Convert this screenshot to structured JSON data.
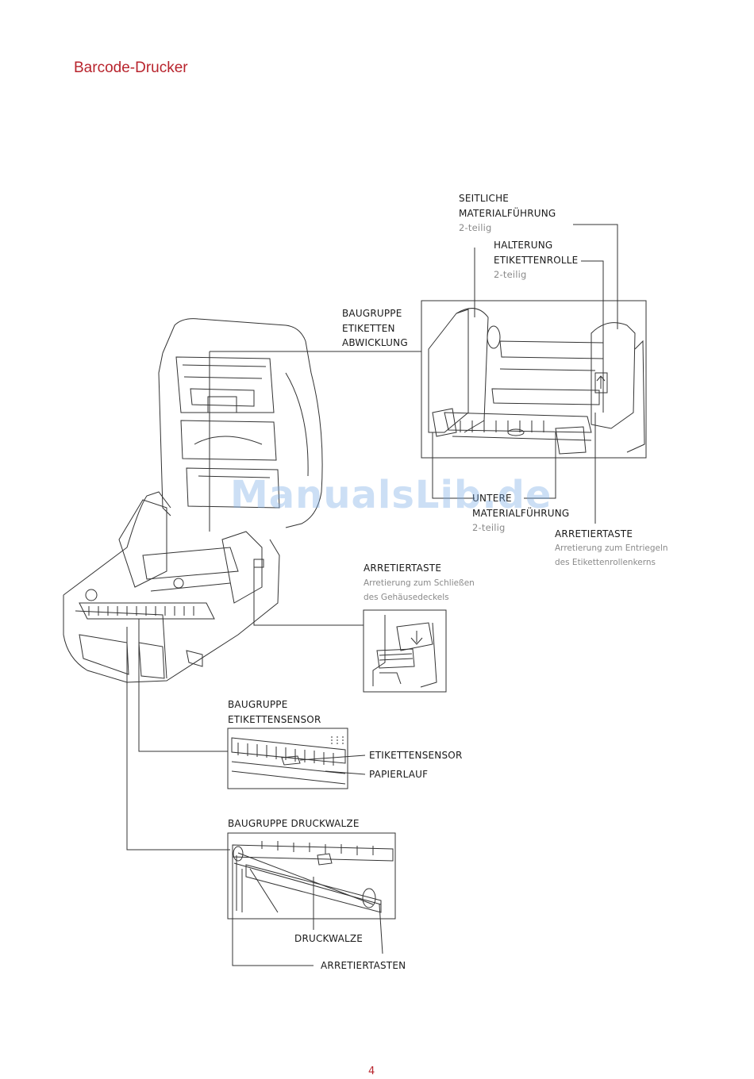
{
  "header": {
    "title": "Barcode-Drucker"
  },
  "labels": {
    "side_guide": [
      "SEITLICHE",
      "MATERIALFÜHRUNG"
    ],
    "side_guide_sub": "2-teilig",
    "roll_holder": [
      "HALTERUNG",
      "ETIKETTENROLLE"
    ],
    "roll_holder_sub": "2-teilig",
    "unwind_assembly": [
      "BAUGRUPPE",
      "ETIKETTEN",
      "ABWICKLUNG"
    ],
    "lower_guide": [
      "UNTERE",
      "MATERIALFÜHRUNG"
    ],
    "lower_guide_sub": "2-teilig",
    "lock_button_right": "ARRETIERTASTE",
    "lock_button_right_note": [
      "Arretierung zum Entriegeln",
      "des Etikettenrollenkerns"
    ],
    "lock_button_mid": "ARRETIERTASTE",
    "lock_button_mid_note": [
      "Arretierung zum Schließen",
      "des Gehäusedeckels"
    ],
    "sensor_assembly": [
      "BAUGRUPPE",
      "ETIKETTENSENSOR"
    ],
    "label_sensor": "ETIKETTENSENSOR",
    "paper_path": "PAPIERLAUF",
    "platen_assembly": "BAUGRUPPE DRUCKWALZE",
    "platen_roller": "DRUCKWALZE",
    "lock_buttons": "ARRETIERTASTEN"
  },
  "watermark": "ManualsLib.de",
  "footer": {
    "page_number": "4"
  },
  "colors": {
    "accent": "#b8242d",
    "watermark": "#78aae6"
  }
}
